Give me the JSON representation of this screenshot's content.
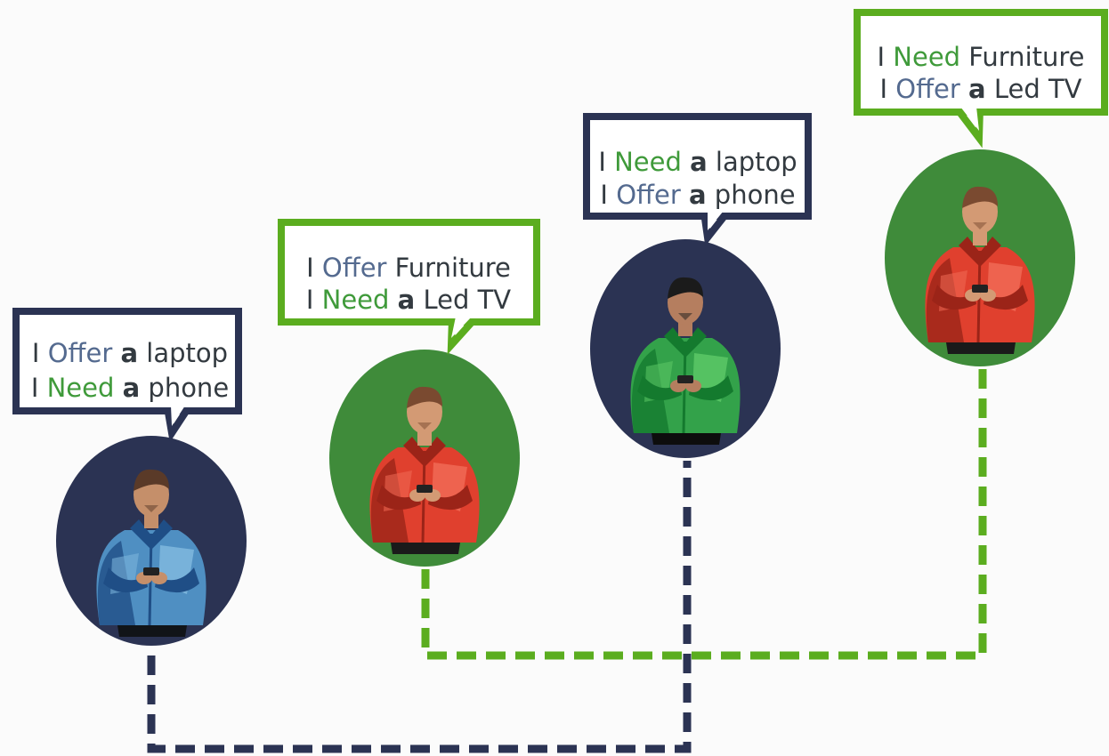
{
  "colors": {
    "background": "#fbfbfb",
    "navy": "#2b3353",
    "green": "#5bad1f",
    "dark_green": "#3f8b3a",
    "offer_text": "#546a8f",
    "need_text": "#3f9a3a",
    "body_text": "#333a40"
  },
  "people": [
    {
      "name": "person-1",
      "circle_color": "navy",
      "jacket": "blue",
      "bubble_border": "navy",
      "lines": [
        [
          {
            "t": "I "
          },
          {
            "t": "Offer",
            "c": "offer"
          },
          {
            "t": " "
          },
          {
            "t": "a",
            "b": true
          },
          {
            "t": " laptop"
          }
        ],
        [
          {
            "t": "I "
          },
          {
            "t": "Need",
            "c": "need"
          },
          {
            "t": " "
          },
          {
            "t": "a",
            "b": true
          },
          {
            "t": " phone"
          }
        ]
      ]
    },
    {
      "name": "person-2",
      "circle_color": "dark_green",
      "jacket": "red",
      "bubble_border": "green",
      "lines": [
        [
          {
            "t": "I "
          },
          {
            "t": "Offer",
            "c": "offer"
          },
          {
            "t": " Furniture"
          }
        ],
        [
          {
            "t": "I "
          },
          {
            "t": "Need",
            "c": "need"
          },
          {
            "t": " "
          },
          {
            "t": "a",
            "b": true
          },
          {
            "t": " Led TV"
          }
        ]
      ]
    },
    {
      "name": "person-3",
      "circle_color": "navy",
      "jacket": "green",
      "bubble_border": "navy",
      "lines": [
        [
          {
            "t": "I "
          },
          {
            "t": "Need",
            "c": "need"
          },
          {
            "t": " "
          },
          {
            "t": "a",
            "b": true
          },
          {
            "t": " laptop"
          }
        ],
        [
          {
            "t": "I "
          },
          {
            "t": "Offer",
            "c": "offer"
          },
          {
            "t": " "
          },
          {
            "t": "a",
            "b": true
          },
          {
            "t": " phone"
          }
        ]
      ]
    },
    {
      "name": "person-4",
      "circle_color": "dark_green",
      "jacket": "red",
      "bubble_border": "green",
      "lines": [
        [
          {
            "t": "I "
          },
          {
            "t": "Need",
            "c": "need"
          },
          {
            "t": " Furniture"
          }
        ],
        [
          {
            "t": "I "
          },
          {
            "t": "Offer",
            "c": "offer"
          },
          {
            "t": " "
          },
          {
            "t": "a",
            "b": true
          },
          {
            "t": " Led TV"
          }
        ]
      ]
    }
  ],
  "connections": [
    {
      "name": "navy-connector",
      "from": "person-1",
      "to": "person-3",
      "color": "navy"
    },
    {
      "name": "green-connector",
      "from": "person-2",
      "to": "person-4",
      "color": "green"
    }
  ]
}
